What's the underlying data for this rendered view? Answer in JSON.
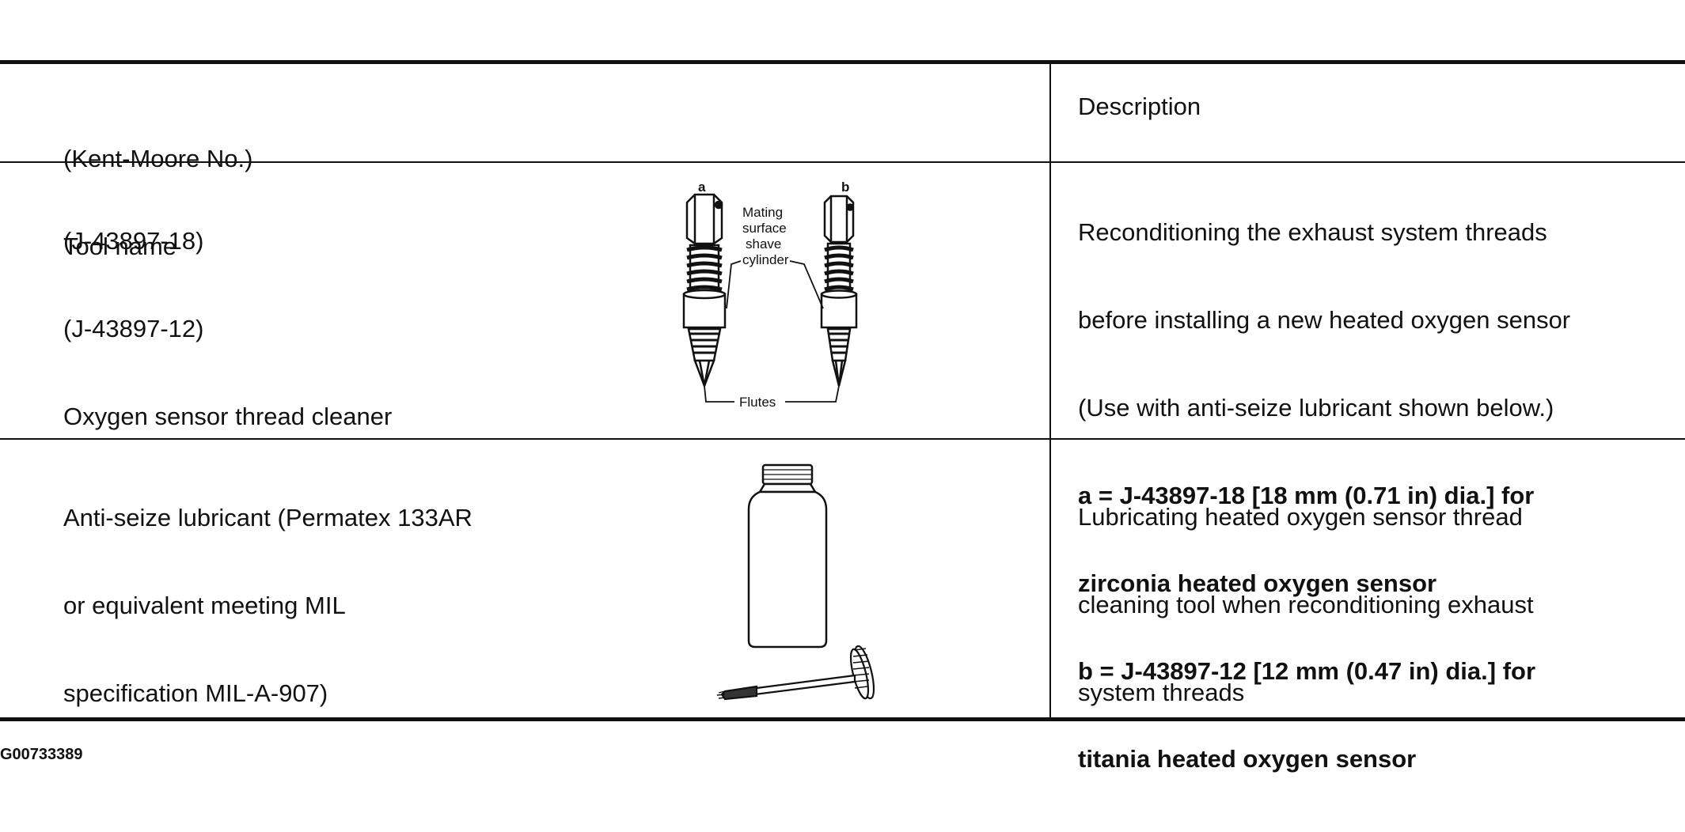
{
  "table": {
    "header": {
      "left": [
        "(Kent-Moore No.)",
        "Tool name"
      ],
      "right": "Description"
    },
    "rows": [
      {
        "tool_lines": [
          "(J-43897-18)",
          "(J-43897-12)",
          "Oxygen sensor thread cleaner"
        ],
        "description_lines": [
          "Reconditioning the exhaust system threads",
          "before installing a new heated oxygen sensor",
          "(Use with anti-seize lubricant shown below.)"
        ],
        "description_bold_lines": [
          "a = J-43897-18 [18 mm (0.71 in) dia.] for",
          "zirconia heated oxygen sensor",
          "b = J-43897-12 [12 mm (0.47 in) dia.] for",
          "titania heated oxygen sensor"
        ],
        "figure": {
          "label_a": "a",
          "label_b": "b",
          "callout_mating": [
            "Mating",
            "surface",
            "shave",
            "cylinder"
          ],
          "callout_flutes": "Flutes"
        }
      },
      {
        "tool_lines": [
          "Anti-seize lubricant (Permatex 133AR",
          "or equivalent meeting MIL",
          "specification MIL-A-907)"
        ],
        "description_lines": [
          "Lubricating heated oxygen sensor thread",
          "cleaning tool when reconditioning exhaust",
          "system threads"
        ]
      }
    ]
  },
  "figure_id": "G00733389"
}
